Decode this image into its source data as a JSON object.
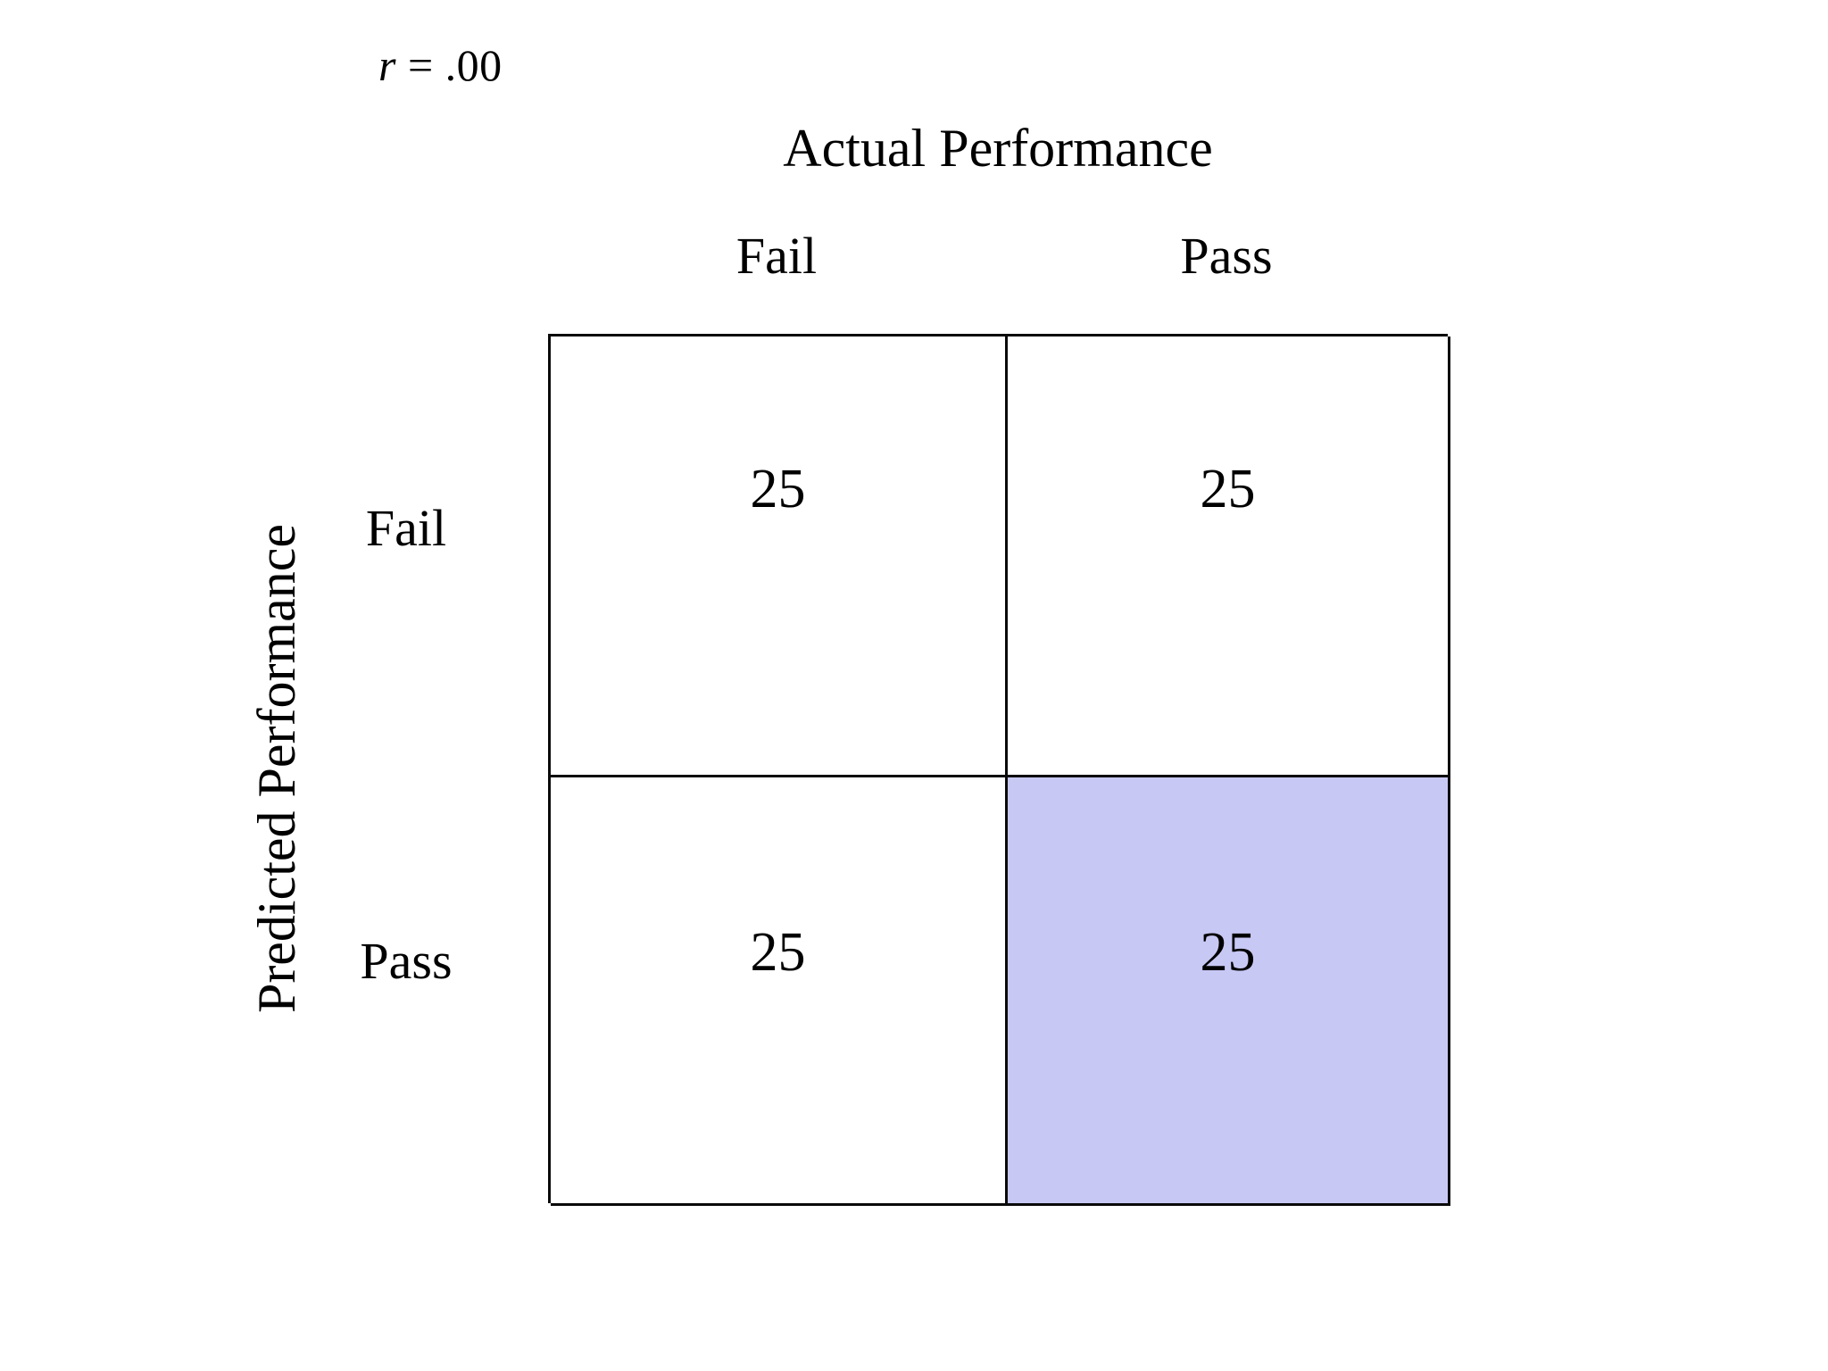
{
  "annotation": {
    "symbol": "r",
    "equals": " = ",
    "value": ".00",
    "full": "r = .00"
  },
  "axes": {
    "column_title": "Actual Performance",
    "row_title": "Predicted Performance"
  },
  "columns": [
    {
      "label": "Fail"
    },
    {
      "label": "Pass"
    }
  ],
  "rows": [
    {
      "label": "Fail"
    },
    {
      "label": "Pass"
    }
  ],
  "cells": [
    {
      "value": "25"
    },
    {
      "value": "25"
    },
    {
      "value": "25"
    },
    {
      "value": "25"
    }
  ],
  "colors": {
    "highlight": "#c8c8f5",
    "border": "#0a0a0a",
    "background": "#ffffff",
    "text": "#000000"
  },
  "chart_data": {
    "type": "heatmap",
    "title": "",
    "xlabel": "Actual Performance",
    "ylabel": "Predicted Performance",
    "x_categories": [
      "Fail",
      "Pass"
    ],
    "y_categories": [
      "Fail",
      "Pass"
    ],
    "values": [
      [
        25,
        25
      ],
      [
        25,
        25
      ]
    ],
    "cell_labels": [
      [
        "25",
        "25"
      ],
      [
        "25",
        "25"
      ]
    ],
    "highlighted_cells": [
      {
        "row": "Pass",
        "column": "Pass",
        "value": 25,
        "color": "#c8c8f5"
      }
    ],
    "annotations": [
      {
        "text": "r = .00",
        "position": "top-left"
      }
    ],
    "grid": true,
    "legend": "none"
  }
}
